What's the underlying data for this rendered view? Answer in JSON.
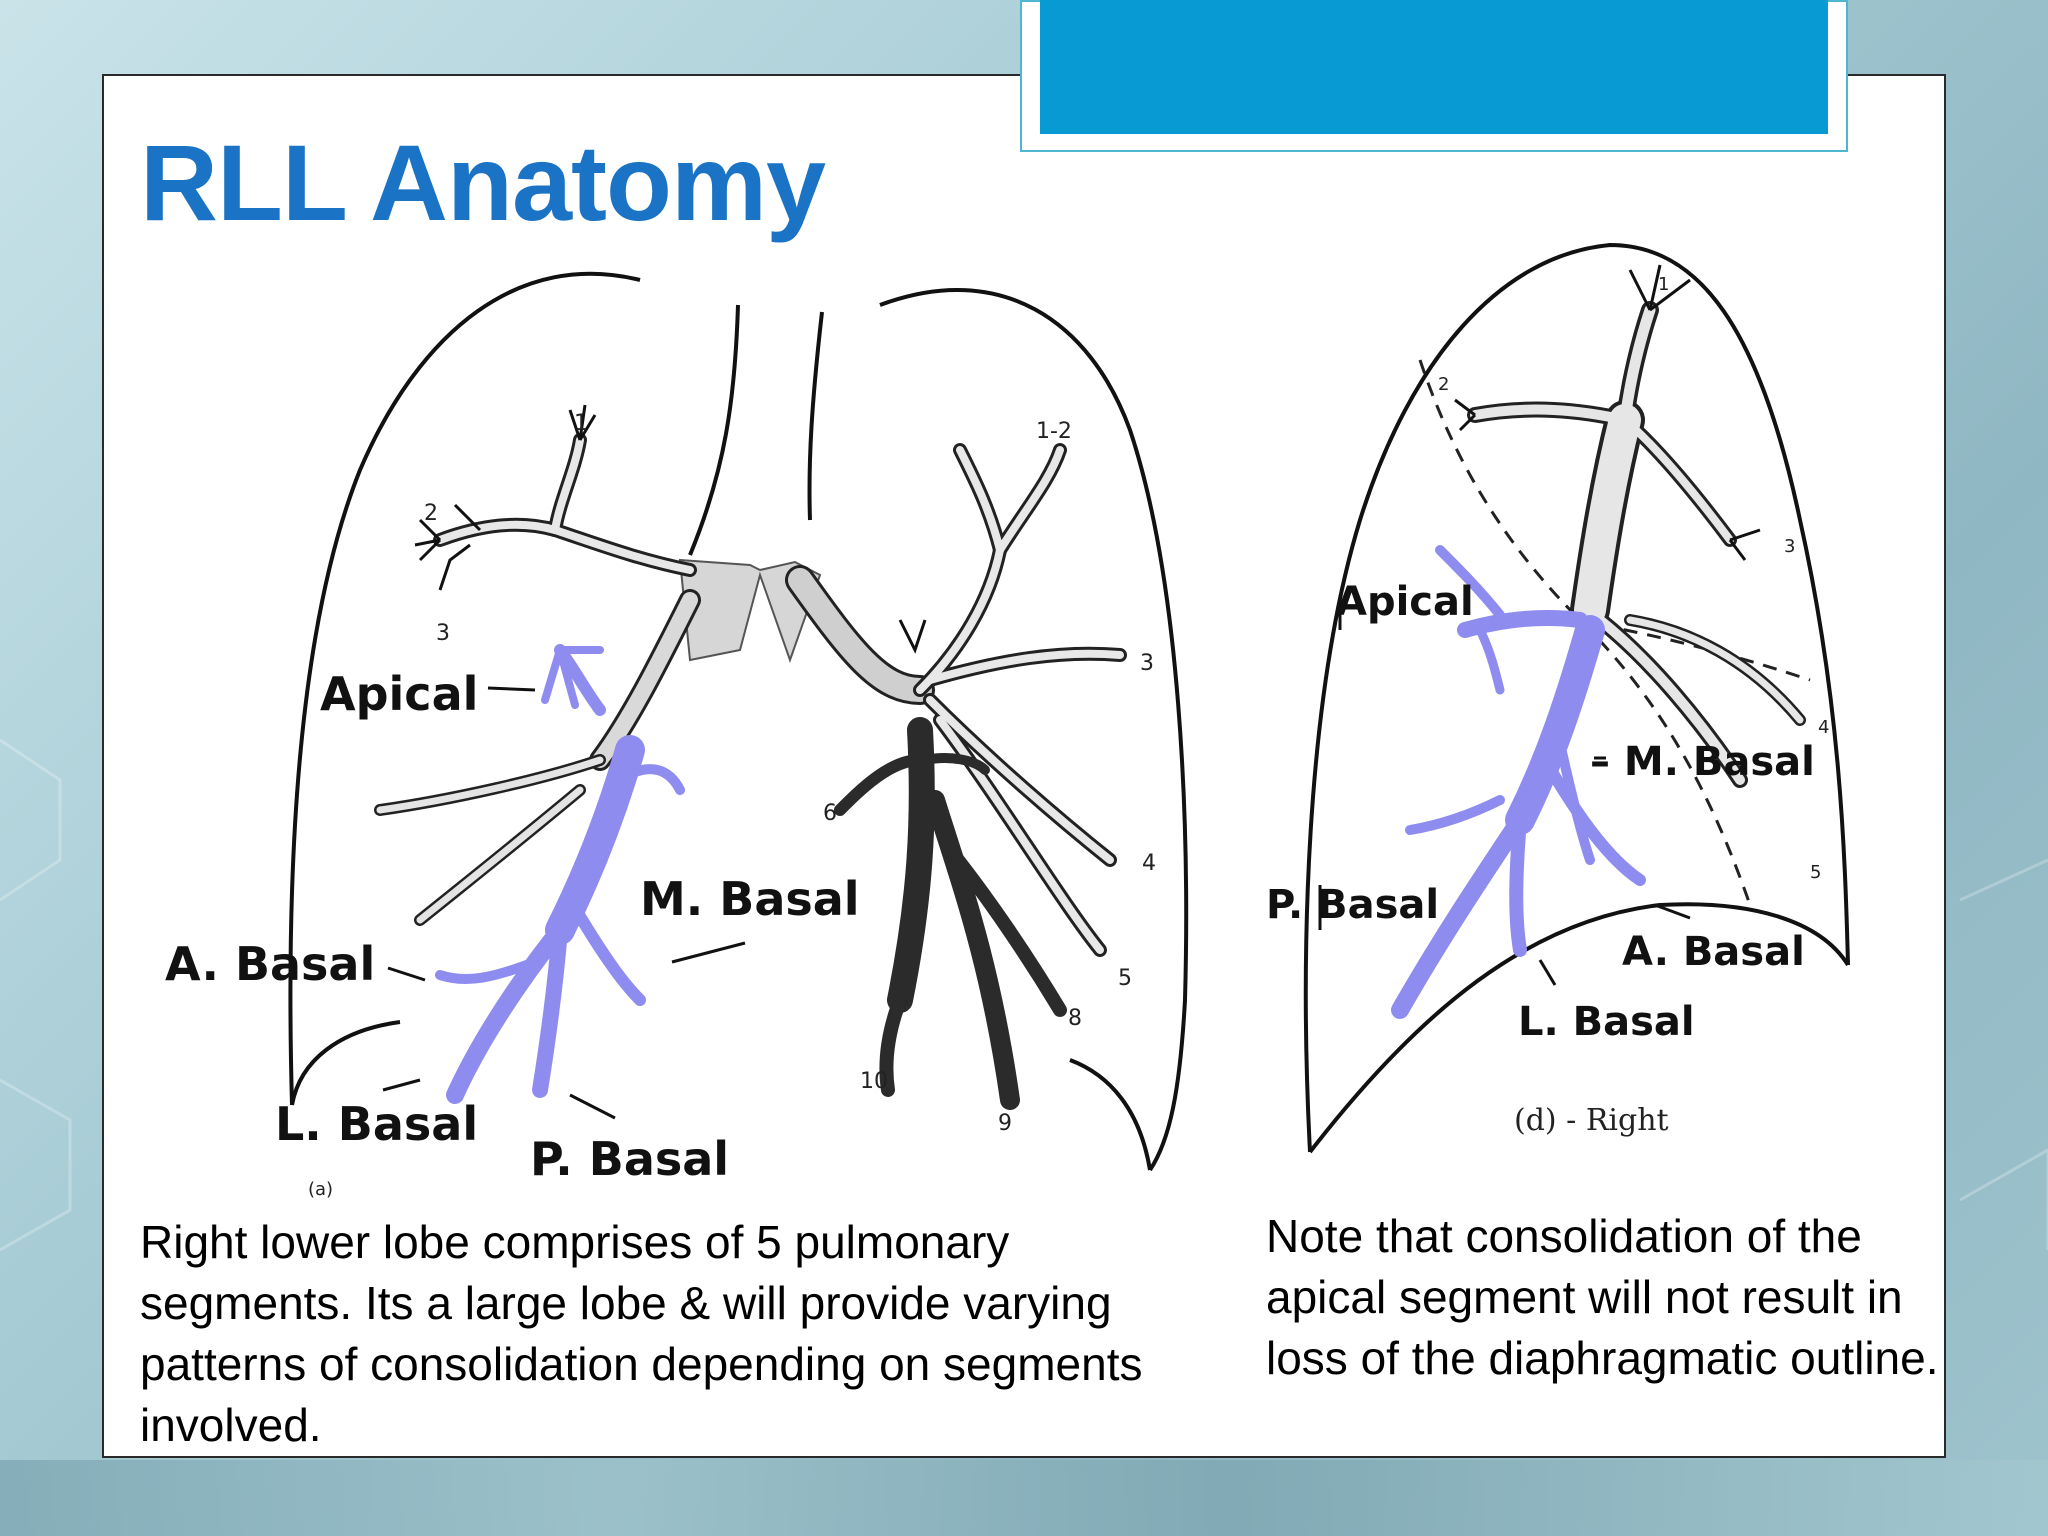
{
  "slide": {
    "title": "RLL Anatomy",
    "left_caption": "Right lower lobe comprises of 5 pulmonary segments. Its a large lobe & will provide varying patterns of consolidation depending on segments involved.",
    "right_caption": "Note that consolidation of the apical segment will not result in loss of the diaphragmatic outline."
  },
  "figure_left": {
    "labels": {
      "apical": "Apical",
      "m_basal": "M. Basal",
      "a_basal": "A. Basal",
      "l_basal": "L. Basal",
      "p_basal": "P. Basal"
    },
    "numbers": [
      "1",
      "2",
      "3",
      "1-2",
      "3",
      "4",
      "5",
      "6",
      "8",
      "9",
      "10"
    ],
    "sub_caption": "(a)"
  },
  "figure_right": {
    "labels": {
      "apical": "Apical",
      "m_basal": "– M. Basal",
      "p_basal": "P. Basal",
      "a_basal": "A. Basal",
      "l_basal": "L. Basal"
    },
    "numbers": [
      "1",
      "2",
      "3",
      "4",
      "5"
    ],
    "caption": "(d) - Right"
  },
  "colors": {
    "title": "#1a73c4",
    "accent_box": "#079ad3",
    "highlight_bronchi": "#8f8cf0"
  }
}
